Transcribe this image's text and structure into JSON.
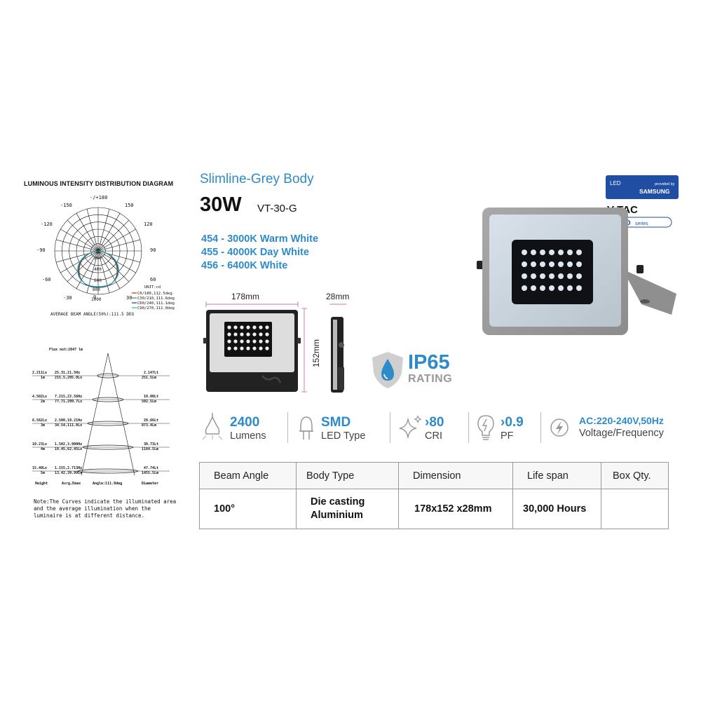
{
  "polar": {
    "title": "LUMINOUS INTENSITY DISTRIBUTION DIAGRAM",
    "angles": {
      "top": "-/+180",
      "tl": "-150",
      "tr": "150",
      "l1": "-120",
      "r1": "120",
      "l2": "-90",
      "r2": "90",
      "l3": "-60",
      "r3": "60",
      "l4": "-30",
      "r4": "30",
      "bottom": "0"
    },
    "radial": [
      "200",
      "400",
      "600",
      "800",
      "1000"
    ],
    "unit": "UNIT:cd",
    "legend": [
      "C0/180,112.5deg",
      "C30/210,111.6deg",
      "C60/240,111.1deg",
      "C90/270,111.0deg"
    ],
    "beam_note": "AVERAGE BEAM ANGLE(50%):111.5 DEG"
  },
  "cone": {
    "flux": "Flux not:2047 lm",
    "rows": [
      {
        "height": "2.211Lx",
        "dist": "1m",
        "center": "25.31,21.5Hz",
        "center2": "215.5,205.0Lx",
        "right": "2.147Lt",
        "right2": "251.5Lm"
      },
      {
        "height": "4.502Lx",
        "dist": "2m",
        "center": "7.215,22.56Hz",
        "center2": "77.71,209.7Lx",
        "right": "10.00Lt",
        "right2": "502.5Lm"
      },
      {
        "height": "6.562Lx",
        "dist": "3m",
        "center": "2.500,10.21Hz",
        "center2": "34.54,111.0Lx",
        "right": "20.66Lt",
        "right2": "873.4Lm"
      },
      {
        "height": "10.23Lx",
        "dist": "4m",
        "center": "1.502,3.000Hz",
        "center2": "19.45,62.45Lx",
        "right": "30.73Lt",
        "right2": "1164.5Lm"
      },
      {
        "height": "15.40Lx",
        "dist": "5m",
        "center": "1.155,2.713Hz",
        "center2": "13.42,39.99Lx",
        "right": "47.74Lt",
        "right2": "1455.5Lm"
      }
    ],
    "footer": {
      "height": "Height",
      "avg": "Avrg,Emax",
      "angle": "Angle:111.0deg",
      "diameter": "Diameter"
    }
  },
  "note": "Note:The Curves indicate the illuminated area and the average illumination when the luminaire is at different distance.",
  "header": {
    "subtitle": "Slimline-Grey Body",
    "power": "30W",
    "model": "VT-30-G",
    "colors": [
      "454 - 3000K Warm White",
      "455 - 4000K Day White",
      "456 - 6400K White"
    ]
  },
  "dimensions": {
    "width": "178mm",
    "depth": "28mm",
    "height": "152mm"
  },
  "ip": {
    "rating": "IP65",
    "label": "RATING"
  },
  "logo": {
    "led": "LED",
    "provided": "provided by",
    "samsung": "SAMSUNG",
    "brand": "V-TAC",
    "pro": "PRO",
    "series": "series"
  },
  "specs": [
    {
      "icon": "bulb-icon",
      "value": "2400",
      "label": "Lumens"
    },
    {
      "icon": "smd-chip-icon",
      "value": "SMD",
      "label": "LED Type"
    },
    {
      "icon": "sparkle-icon",
      "value": "›80",
      "label": "CRI"
    },
    {
      "icon": "lightbulb-pf-icon",
      "value": "›0.9",
      "label": "PF"
    },
    {
      "icon": "voltage-icon",
      "value": "AC:220-240V,50Hz",
      "label": "Voltage/Frequency"
    }
  ],
  "table": {
    "headers": [
      "Beam Angle",
      "Body Type",
      "Dimension",
      "Life span",
      "Box Qty."
    ],
    "values": [
      "100°",
      "Die casting Aluminium",
      "178x152 x28mm",
      "30,000 Hours",
      ""
    ]
  },
  "colors": {
    "accent": "#2e8bc9",
    "grey": "#999999",
    "samsung_blue": "#1f4ea3"
  }
}
